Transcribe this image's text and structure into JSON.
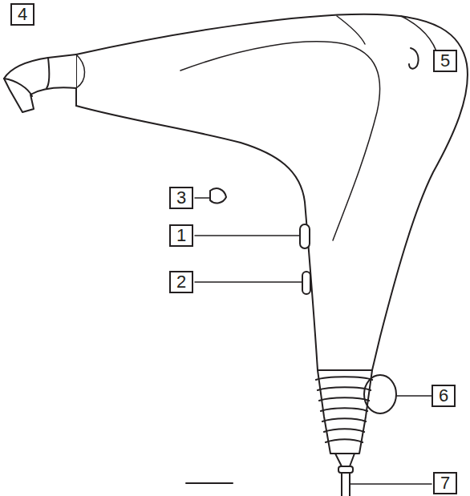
{
  "diagram": {
    "labels": [
      "4",
      "5",
      "3",
      "1",
      "2",
      "6",
      "7"
    ]
  }
}
